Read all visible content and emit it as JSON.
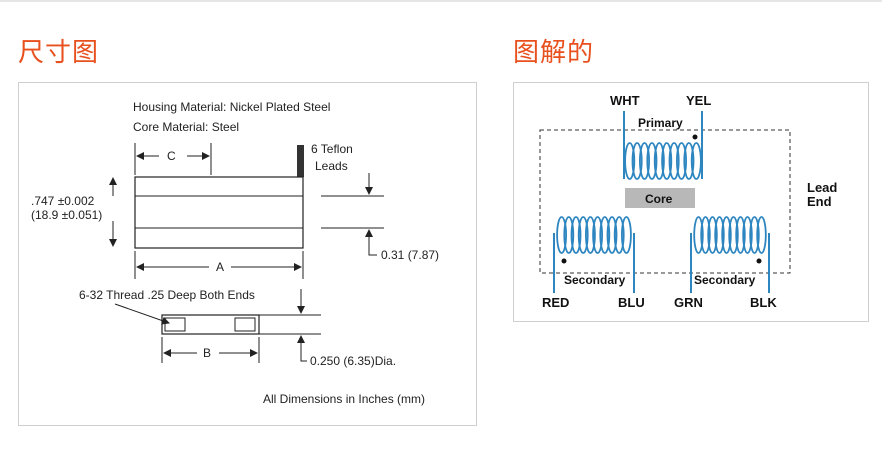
{
  "titles": {
    "dimensions": "尺寸图",
    "schematic": "图解的"
  },
  "dimensions": {
    "housing": "Housing Material: Nickel Plated Steel",
    "core": "Core Material: Steel",
    "teflon_line1": "6 Teflon",
    "teflon_line2": "Leads",
    "c": "C",
    "height_in": ".747 ±0.002",
    "height_mm": "(18.9 ±0.051)",
    "lead_gap": "0.31 (7.87)",
    "a": "A",
    "thread": "6-32 Thread .25 Deep Both Ends",
    "b": "B",
    "dia": "0.250 (6.35)Dia.",
    "note": "All Dimensions in Inches (mm)"
  },
  "schematic": {
    "wht": "WHT",
    "yel": "YEL",
    "primary": "Primary",
    "core": "Core",
    "lead_end_1": "Lead",
    "lead_end_2": "End",
    "secondary_left": "Secondary",
    "secondary_right": "Secondary",
    "red": "RED",
    "blu": "BLU",
    "grn": "GRN",
    "blk": "BLK"
  },
  "colors": {
    "accent": "#e8501e",
    "coil": "#2e86c1",
    "core_fill": "#b8b8b8"
  }
}
